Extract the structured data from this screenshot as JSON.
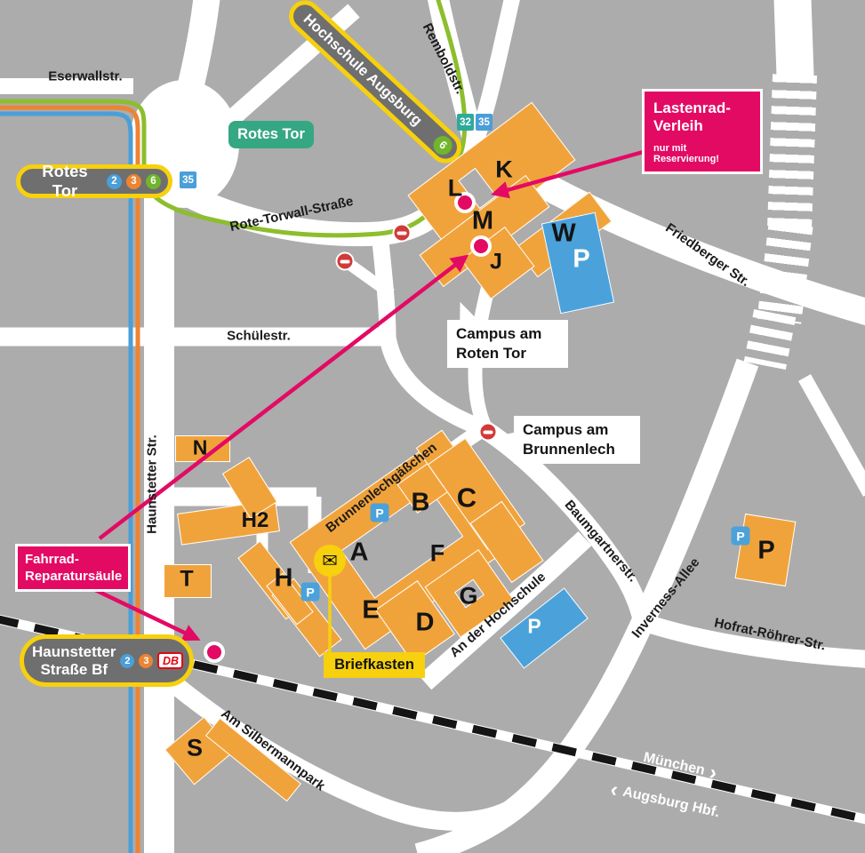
{
  "colors": {
    "background_gray": "#acacac",
    "road_white": "#ffffff",
    "building_orange": "#f1a33b",
    "parking_blue": "#4ba2db",
    "accent_pink": "#e30a64",
    "accent_yellow": "#f7d00e",
    "stop_pill_gray": "#6f6f6f",
    "badge_green": "#35a783",
    "tram_line_2_blue": "#4a9fd8",
    "tram_line_3_orange": "#ed8433",
    "tram_line_6_green": "#8cbe2d",
    "db_red": "#e30613"
  },
  "streets": {
    "eserwallstr": "Eserwallstr.",
    "remboldstr": "Remboldstr.",
    "rote_torwall": "Rote-Torwall-Straße",
    "friedberger": "Friedberger Str.",
    "schuelestr": "Schülestr.",
    "haunstetter": "Haunstetter Str.",
    "brunnenlech": "Brunnenlechgäßchen",
    "baumgartner": "Baumgartnerstr.",
    "inverness": "Inverness-Allee",
    "hofrat": "Hofrat-Röhrer-Str.",
    "an_der_hochschule": "An der Hochschule",
    "silbermannpark": "Am Silbermannpark"
  },
  "transit": {
    "rotes_tor_stop": {
      "name": "Rotes Tor",
      "lines": [
        "2",
        "3",
        "6"
      ]
    },
    "haunstetter_stop": {
      "line1": "Haunstetter",
      "line2": "Straße Bf",
      "lines": [
        "2",
        "3"
      ],
      "db": "DB"
    },
    "hochschule_stop": {
      "name": "Hochschule Augsburg",
      "line": "6"
    },
    "bus_top": [
      "32",
      "35"
    ],
    "bus_west": "35",
    "rail": {
      "east": "München",
      "west": "Augsburg Hbf."
    }
  },
  "icons": {
    "chevron_right": "›",
    "chevron_left": "‹",
    "envelope": "✉"
  },
  "badges": {
    "rotes_tor_gate": "Rotes Tor"
  },
  "campus": {
    "roten_tor_line1": "Campus am",
    "roten_tor_line2": "Roten Tor",
    "brunnenlech_line1": "Campus am",
    "brunnenlech_line2": "Brunnenlech"
  },
  "callouts": {
    "lastenrad": {
      "title_line1": "Lastenrad-",
      "title_line2": "Verleih",
      "note": "nur mit Reservierung!"
    },
    "fahrrad": {
      "line1": "Fahrrad-",
      "line2": "Reparatursäule"
    },
    "briefkasten": "Briefkasten"
  },
  "buildings": {
    "k": "K",
    "l": "L",
    "m": "M",
    "w": "W",
    "j": "J",
    "n": "N",
    "h2": "H2",
    "t": "T",
    "h": "H",
    "a": "A",
    "b": "B",
    "c": "C",
    "f": "F",
    "e": "E",
    "d": "D",
    "g": "G",
    "s": "S"
  },
  "parking": {
    "label": "P"
  }
}
